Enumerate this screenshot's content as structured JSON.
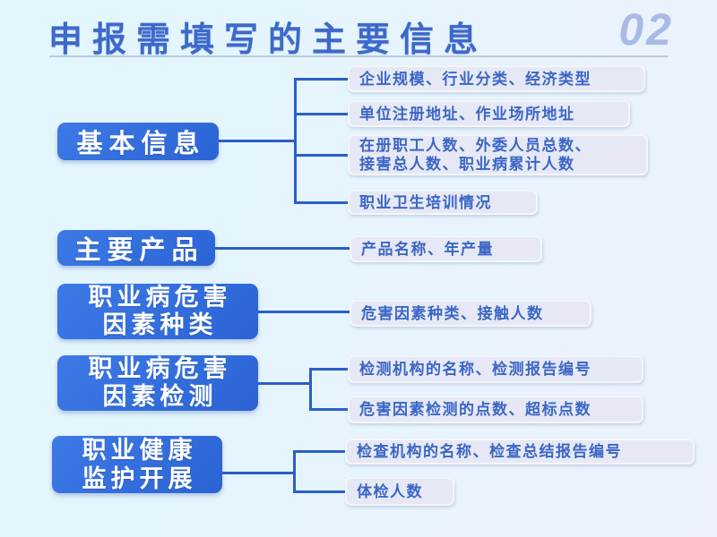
{
  "header": {
    "title": "申报需填写的主要信息",
    "page_number": "02"
  },
  "sections": [
    {
      "id": "basic-info",
      "label": "基本信息",
      "items": [
        "企业规模、行业分类、经济类型",
        "单位注册地址、作业场所地址",
        "在册职工人数、外委人员总数、\n接害总人数、职业病累计人数",
        "职业卫生培训情况"
      ]
    },
    {
      "id": "main-products",
      "label": "主要产品",
      "items": [
        "产品名称、年产量"
      ]
    },
    {
      "id": "hazard-factor-types",
      "label": "职业病危害\n因素种类",
      "items": [
        "危害因素种类、接触人数"
      ]
    },
    {
      "id": "hazard-factor-detection",
      "label": "职业病危害\n因素检测",
      "items": [
        "检测机构的名称、检测报告编号",
        "危害因素检测的点数、超标点数"
      ]
    },
    {
      "id": "health-surveillance",
      "label": "职业健康\n监护开展",
      "items": [
        "检查机构的名称、检查总结报告编号",
        "体检人数"
      ]
    }
  ],
  "colors": {
    "bg_1": "#e2f6fd",
    "bg_2": "#e7f4fd",
    "bg_3": "#edf2fd",
    "title_blue": "#3d69cc",
    "page_number_blue": "#a9bae8",
    "divider": "#9fb4cb",
    "node_grad_1": "#3d7ae6",
    "node_grad_2": "#2b63d4",
    "node_text": "#ffffff",
    "leaf_bg": "#e6e9f5",
    "leaf_border": "#f4f6fb",
    "leaf_text": "#3b66c6",
    "connector": "#2a5fc6"
  }
}
